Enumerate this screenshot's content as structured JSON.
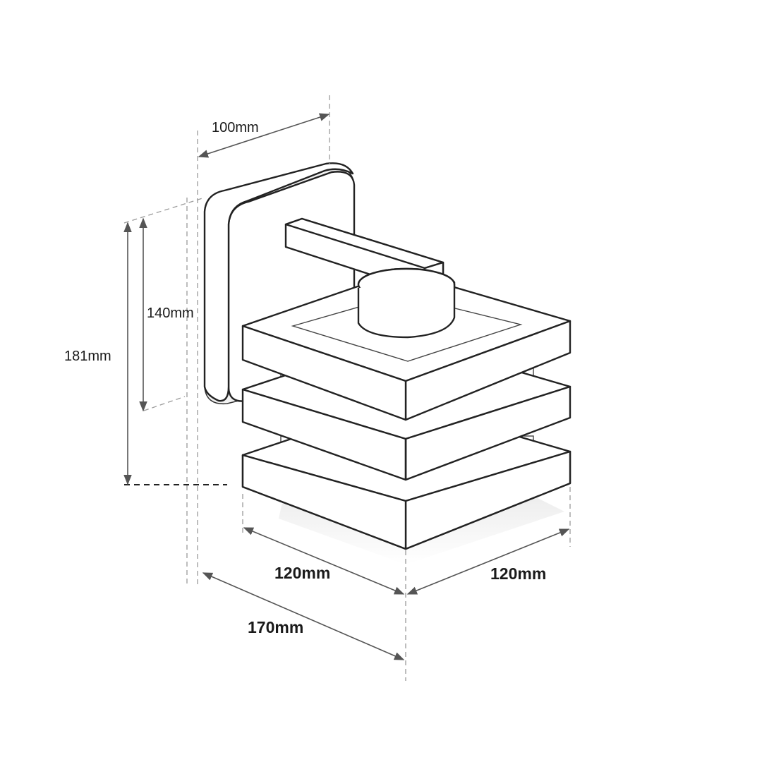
{
  "dimensions": {
    "backplate_depth": "100mm",
    "backplate_height": "140mm",
    "total_height": "181mm",
    "shade_width_left": "120mm",
    "shade_width_right": "120mm",
    "total_projection": "170mm"
  },
  "colors": {
    "line": "#222222",
    "dimension": "#555555",
    "background": "#ffffff"
  }
}
